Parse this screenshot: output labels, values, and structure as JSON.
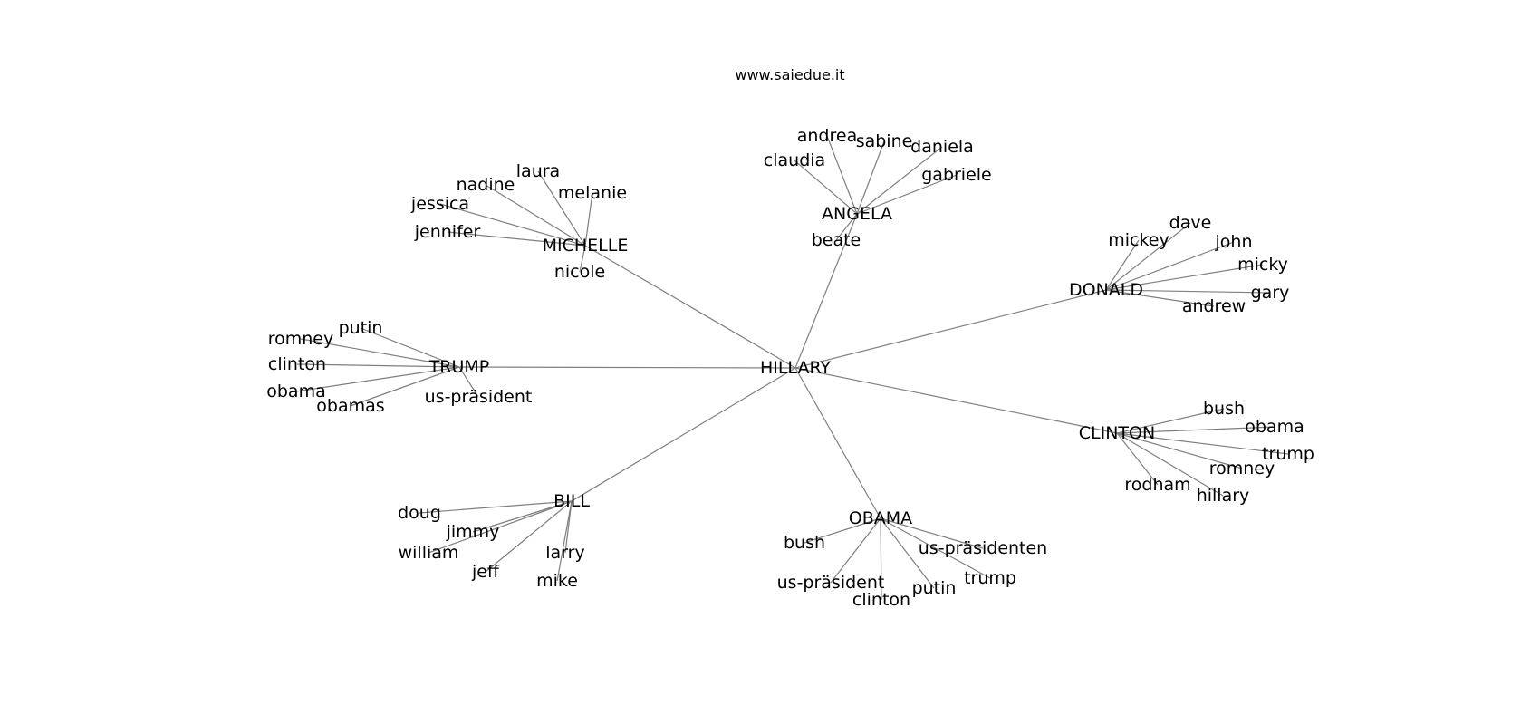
{
  "title": "www.saiedue.it",
  "colors": {
    "edge": "#7f7f7f",
    "text": "#000000",
    "background": "#ffffff"
  },
  "root": "HILLARY",
  "groups": [
    {
      "hub": "ANGELA",
      "leaves": [
        "andrea",
        "sabine",
        "daniela",
        "claudia",
        "gabriele",
        "beate"
      ]
    },
    {
      "hub": "MICHELLE",
      "leaves": [
        "laura",
        "nadine",
        "melanie",
        "jessica",
        "jennifer",
        "nicole"
      ]
    },
    {
      "hub": "DONALD",
      "leaves": [
        "dave",
        "mickey",
        "john",
        "micky",
        "gary",
        "andrew"
      ]
    },
    {
      "hub": "TRUMP",
      "leaves": [
        "putin",
        "romney",
        "clinton",
        "obama",
        "obamas",
        "us-präsident"
      ]
    },
    {
      "hub": "CLINTON",
      "leaves": [
        "bush",
        "obama",
        "trump",
        "romney",
        "rodham",
        "hillary"
      ]
    },
    {
      "hub": "BILL",
      "leaves": [
        "doug",
        "jimmy",
        "william",
        "jeff",
        "larry",
        "mike"
      ]
    },
    {
      "hub": "OBAMA",
      "leaves": [
        "bush",
        "us-präsidenten",
        "trump",
        "us-präsident",
        "putin",
        "clinton"
      ]
    }
  ]
}
